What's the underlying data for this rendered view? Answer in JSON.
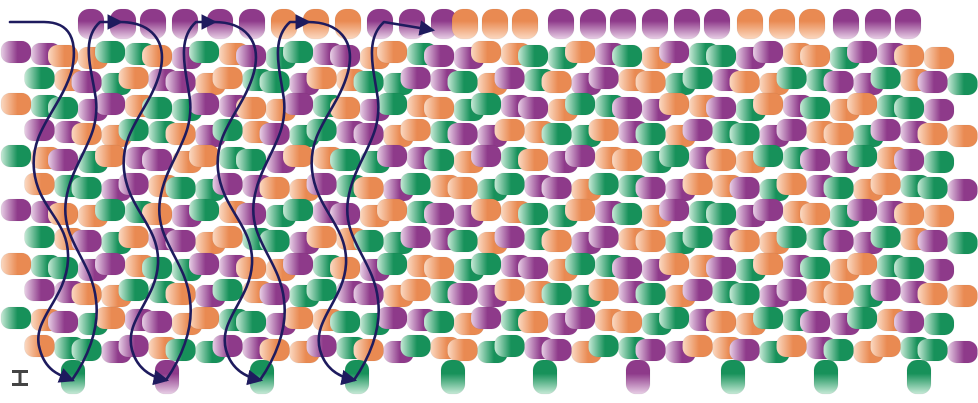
{
  "diagram": {
    "kind": "bead-weaving-pattern",
    "colors": {
      "purple": "#8e3a8a",
      "purple_light": "#e8cfe6",
      "orange": "#e98a52",
      "orange_light": "#fbd9c2",
      "green": "#17915a",
      "green_light": "#c7ead7",
      "thread": "#1e1b5e",
      "start_marker": "#444444"
    },
    "bead_colors": [
      "purple",
      "orange",
      "green"
    ],
    "icons": {
      "thread_arrow": "arrow-icon",
      "start_marker": "i-beam-icon"
    }
  }
}
